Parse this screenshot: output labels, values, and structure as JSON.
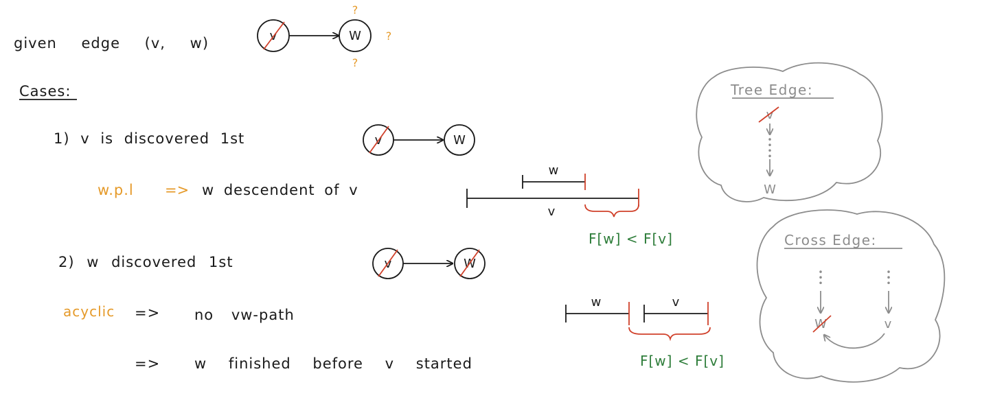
{
  "header": {
    "given_text": "given edge (v, w)",
    "node_v": "v",
    "node_w": "W",
    "question_mark": "?"
  },
  "cases_title": "Cases:",
  "case1": {
    "title": "1) v is discovered 1st",
    "node_v": "v",
    "node_w": "W",
    "wpl": "w.p.l",
    "implies": "=>",
    "conclusion": "w descendent of v",
    "interval_w": "w",
    "interval_v": "v",
    "finish_relation": "F[w] < F[v]"
  },
  "case2": {
    "title": "2) w discovered 1st",
    "node_v": "v",
    "node_w": "W",
    "acyclic": "acyclic",
    "implies1": "=>",
    "line1": "no vw-path",
    "implies2": "=>",
    "line2": "w finished before v started",
    "interval_w": "w",
    "interval_v": "v",
    "finish_relation": "F[w] < F[v]"
  },
  "tree_edge_cloud": {
    "title": "Tree Edge:",
    "top": "v",
    "bottom": "W"
  },
  "cross_edge_cloud": {
    "title": "Cross Edge:",
    "left": "W",
    "right": "v"
  },
  "colors": {
    "ink": "#1a1a1a",
    "highlight_orange": "#e59a2a",
    "relation_green": "#2e7d3a",
    "strike_red": "#d0402a",
    "cloud_grey": "#8c8c8c"
  }
}
